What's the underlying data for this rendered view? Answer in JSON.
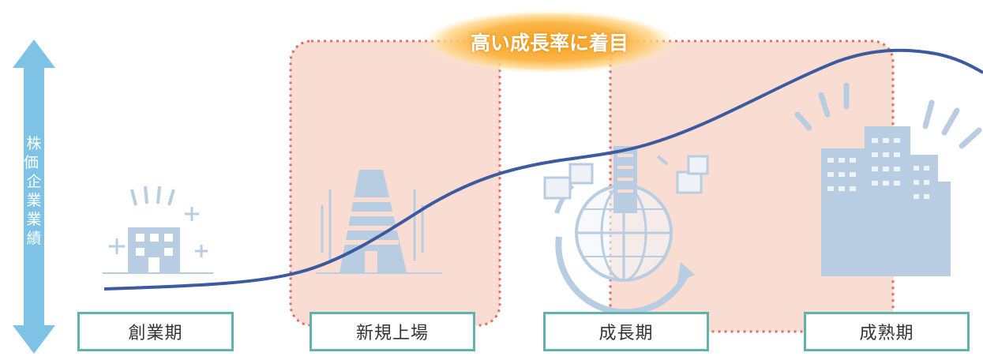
{
  "focus_label": "高い成長率に着目",
  "axis_label": "株価・企業業績",
  "stages": [
    {
      "label": "創業期"
    },
    {
      "label": "新規上場"
    },
    {
      "label": "成長期"
    },
    {
      "label": "成熟期"
    }
  ],
  "colors": {
    "curve": "#3c5aa0",
    "highlight_fill": "#f9dcd2",
    "highlight_border": "#e86a66",
    "axis_arrow": "#7ec3e6",
    "box_border": "#5fb3ad",
    "icon": "#b9cde2",
    "focus_glow": "#f7a824"
  }
}
